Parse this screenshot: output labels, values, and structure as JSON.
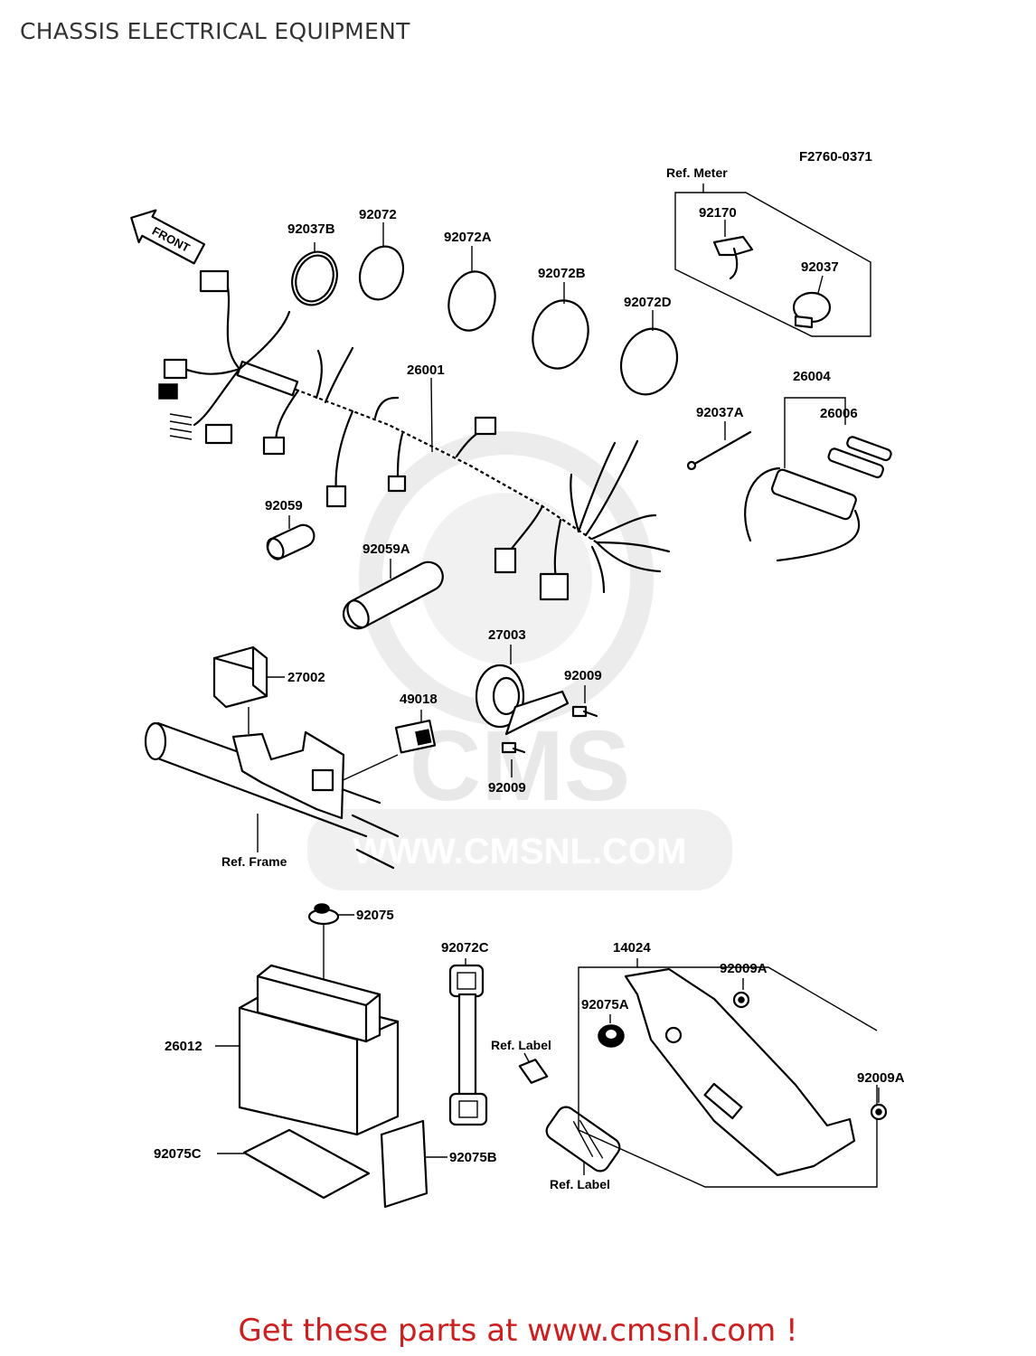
{
  "page": {
    "title": "CHASSIS ELECTRICAL EQUIPMENT",
    "footer_cta": "Get these parts at www.cmsnl.com !"
  },
  "diagram": {
    "figure_code": "F2760-0371",
    "front_arrow_label": "FRONT",
    "watermark": {
      "logo_text": "CMS",
      "url_text": "WWW.CMSNL.COM"
    },
    "references": {
      "meter": "Ref. Meter",
      "frame": "Ref. Frame",
      "label_upper": "Ref. Label",
      "label_lower": "Ref. Label"
    },
    "parts": {
      "p92037B": "92037B",
      "p92072": "92072",
      "p92072A": "92072A",
      "p92072B": "92072B",
      "p92072D": "92072D",
      "p92170": "92170",
      "p92037": "92037",
      "p26001": "26001",
      "p26004": "26004",
      "p92037A": "92037A",
      "p26006": "26006",
      "p92059": "92059",
      "p92059A": "92059A",
      "p27003": "27003",
      "p27002": "27002",
      "p92009_upper": "92009",
      "p49018": "49018",
      "p92009_lower": "92009",
      "p92075": "92075",
      "p92072C": "92072C",
      "p14024": "14024",
      "p92009A_upper": "92009A",
      "p92075A": "92075A",
      "p26012": "26012",
      "p92009A_lower": "92009A",
      "p92075C": "92075C",
      "p92075B": "92075B"
    }
  }
}
